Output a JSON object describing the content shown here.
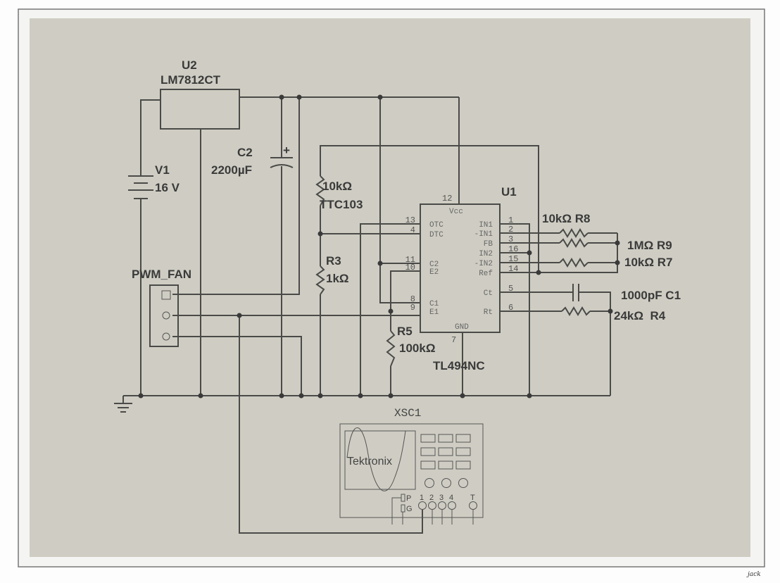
{
  "schematic": {
    "u2": {
      "ref": "U2",
      "part": "LM7812CT"
    },
    "v1": {
      "ref": "V1",
      "value": "16 V"
    },
    "c2": {
      "ref": "C2",
      "value": "2200µF",
      "polarity": "+"
    },
    "ttc": {
      "value": "10kΩ",
      "part": "TTC103"
    },
    "r3": {
      "ref": "R3",
      "value": "1kΩ"
    },
    "r5": {
      "ref": "R5",
      "value": "100kΩ"
    },
    "u1": {
      "ref": "U1",
      "part": "TL494NC",
      "pins_left": [
        {
          "num": "13",
          "name": "OTC"
        },
        {
          "num": "4",
          "name": "DTC"
        },
        {
          "num": "11",
          "name": "C2"
        },
        {
          "num": "10",
          "name": "E2"
        },
        {
          "num": "8",
          "name": "C1"
        },
        {
          "num": "9",
          "name": "E1"
        }
      ],
      "pins_right": [
        {
          "num": "1",
          "name": "IN1"
        },
        {
          "num": "2",
          "name": "-IN1"
        },
        {
          "num": "3",
          "name": "FB"
        },
        {
          "num": "16",
          "name": "IN2"
        },
        {
          "num": "15",
          "name": "-IN2"
        },
        {
          "num": "14",
          "name": "Ref"
        },
        {
          "num": "5",
          "name": "Ct"
        },
        {
          "num": "6",
          "name": "Rt"
        }
      ],
      "vcc": {
        "num": "12",
        "name": "Vcc"
      },
      "gnd": {
        "num": "7",
        "name": "GND"
      }
    },
    "r8": "10kΩ R8",
    "r9": "1MΩ R9",
    "r7": "10kΩ R7",
    "c1": "1000pF C1",
    "r4": "24kΩ  R4",
    "fan": {
      "label": "PWM_FAN"
    },
    "scope": {
      "ref": "XSC1",
      "brand": "Tektronix",
      "probe_p": "P",
      "probe_g": "G",
      "channels": [
        "1",
        "2",
        "3",
        "4"
      ],
      "trigger": "T"
    }
  },
  "signature": "jack"
}
